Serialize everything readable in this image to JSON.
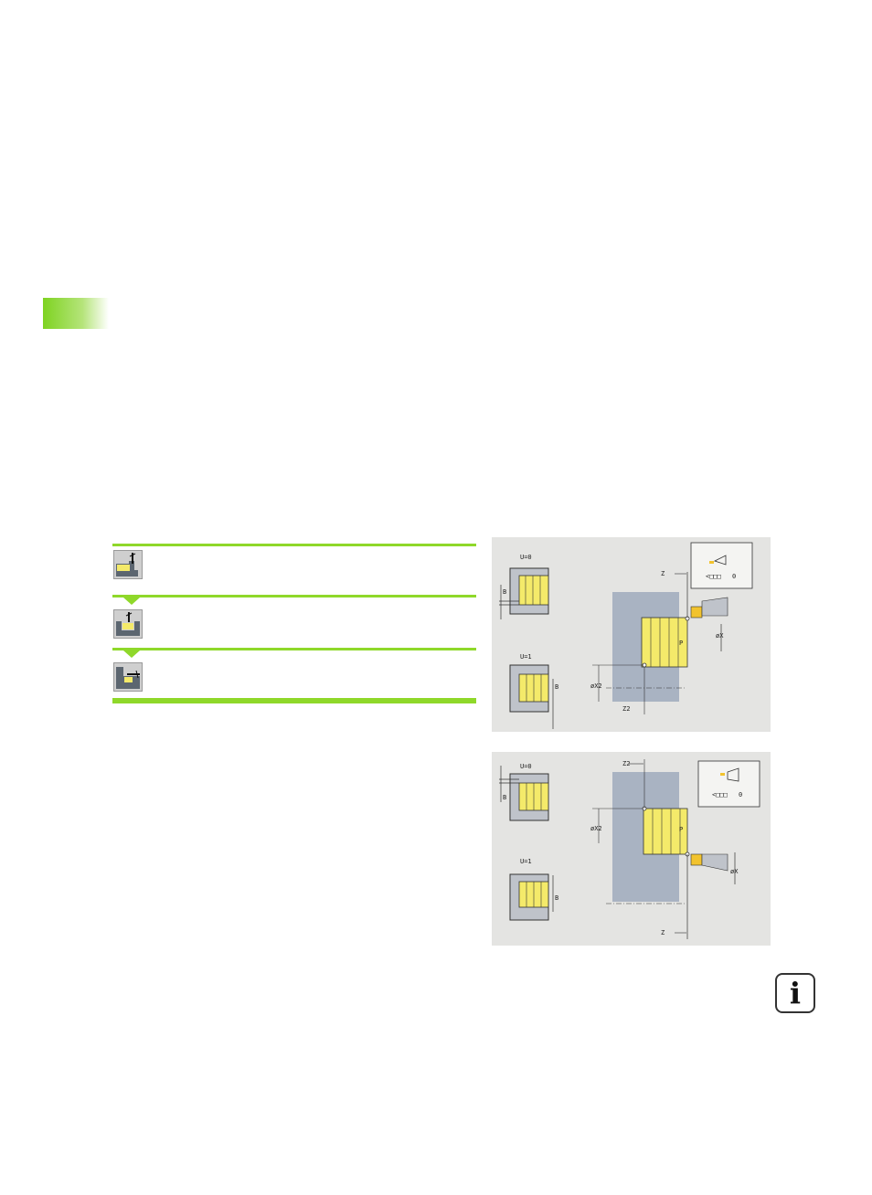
{
  "page": {
    "accent_color": "#7ed321",
    "background": "#ffffff"
  },
  "cycle_menu": {
    "items": [
      {
        "icon": "radial-recessing-icon"
      },
      {
        "icon": "axial-recessing-icon"
      },
      {
        "icon": "undercut-recessing-icon"
      }
    ]
  },
  "diagram_top": {
    "u0_label": "U=0",
    "u1_label": "U=1",
    "b_label": "B",
    "z_label": "Z",
    "x_label": "øX",
    "x2_label": "øX2",
    "z2_label": "Z2",
    "p_label": "P",
    "inset_value": "0"
  },
  "diagram_bottom": {
    "u0_label": "U=0",
    "u1_label": "U=1",
    "b_label": "B",
    "z_label": "Z",
    "x_label": "øX",
    "x2_label": "øX2",
    "z2_label": "Z2",
    "p_label": "P",
    "inset_value": "0"
  },
  "info_icon": {
    "glyph": "i"
  }
}
